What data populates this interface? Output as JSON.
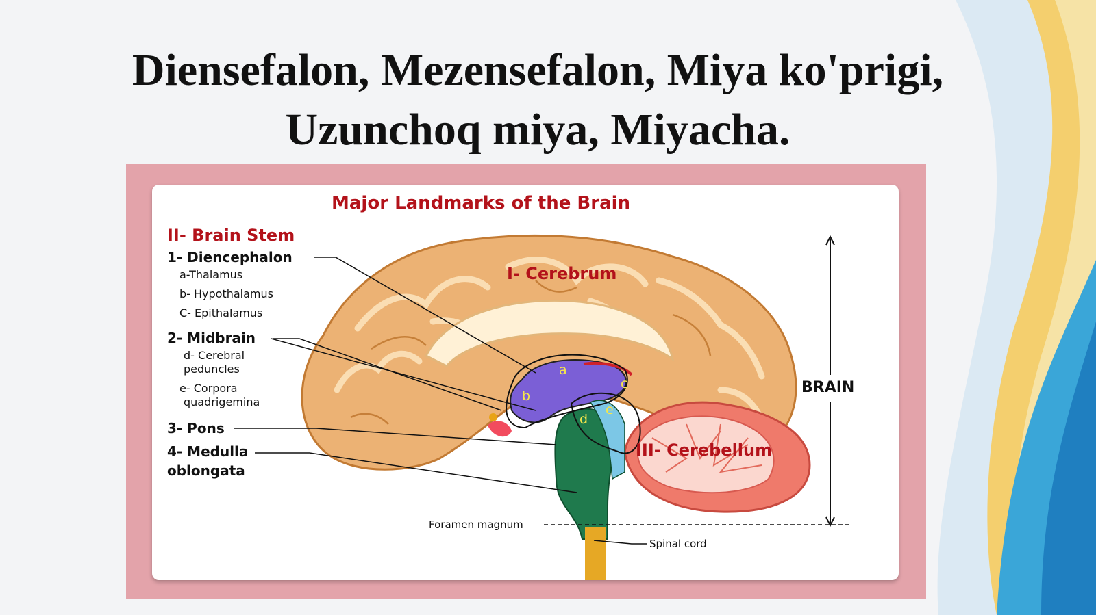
{
  "slide": {
    "title_line1": "Diensefalon, Mezensefalon, Miya ko'prigi,",
    "title_line2": "Uzunchoq miya, Miyacha."
  },
  "diagram": {
    "title": "Major Landmarks of the Brain",
    "brain_stem_heading": "II- Brain Stem",
    "diencephalon": "1- Diencephalon",
    "thalamus": "a-Thalamus",
    "hypothalamus": "b- Hypothalamus",
    "epithalamus": "C- Epithalamus",
    "midbrain": "2- Midbrain",
    "cerebral_peduncles_1": "d- Cerebral",
    "cerebral_peduncles_2": "peduncles",
    "corpora_1": "e- Corpora",
    "corpora_2": "quadrigemina",
    "pons": "3- Pons",
    "medulla_1": "4- Medulla",
    "medulla_2": "oblongata",
    "cerebrum": "I- Cerebrum",
    "cerebellum": "III- Cerebellum",
    "brain": "BRAIN",
    "foramen": "Foramen magnum",
    "spinal_cord": "Spinal cord",
    "letter_a": "a",
    "letter_b": "b",
    "letter_c": "c",
    "letter_d": "d",
    "letter_e": "e"
  }
}
